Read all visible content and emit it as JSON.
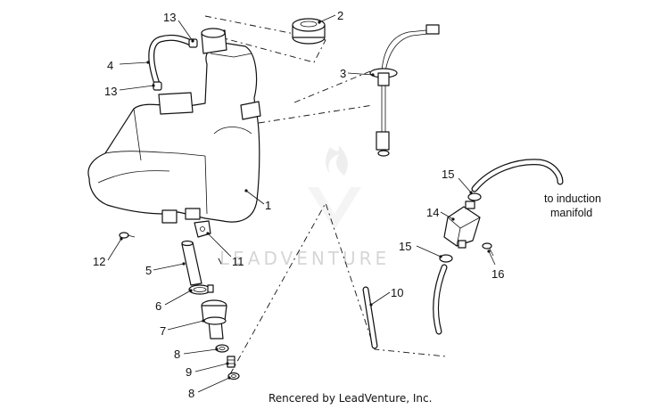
{
  "callouts": {
    "p1": "1",
    "p2": "2",
    "p3": "3",
    "p4": "4",
    "p5": "5",
    "p6": "6",
    "p7": "7",
    "p8a": "8",
    "p8b": "8",
    "p9": "9",
    "p10": "10",
    "p11": "11",
    "p12": "12",
    "p13a": "13",
    "p13b": "13",
    "p14": "14",
    "p15a": "15",
    "p15b": "15",
    "p16": "16"
  },
  "note": {
    "line1": "to induction",
    "line2": "manifold"
  },
  "watermark": "LEADVENTURE",
  "credit": "Rencered by LeadVenture, Inc."
}
